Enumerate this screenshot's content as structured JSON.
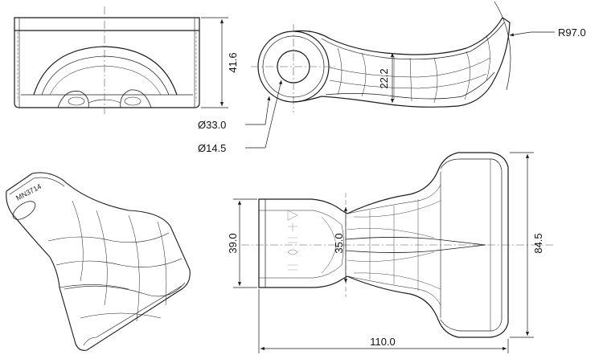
{
  "dimensions": {
    "height_front": "41.6",
    "radius_tip": "R97.0",
    "hub_height": "22.2",
    "outer_diameter": "Ø33.0",
    "inner_diameter": "Ø14.5",
    "hub_width": "39.0",
    "neck_width": "35.0",
    "blade_width": "84.5",
    "overall_length": "110.0"
  },
  "part_marking": "MN3714",
  "colors": {
    "line": "#1a1a1a",
    "thin_line": "#444444",
    "center_line": "#555555"
  }
}
